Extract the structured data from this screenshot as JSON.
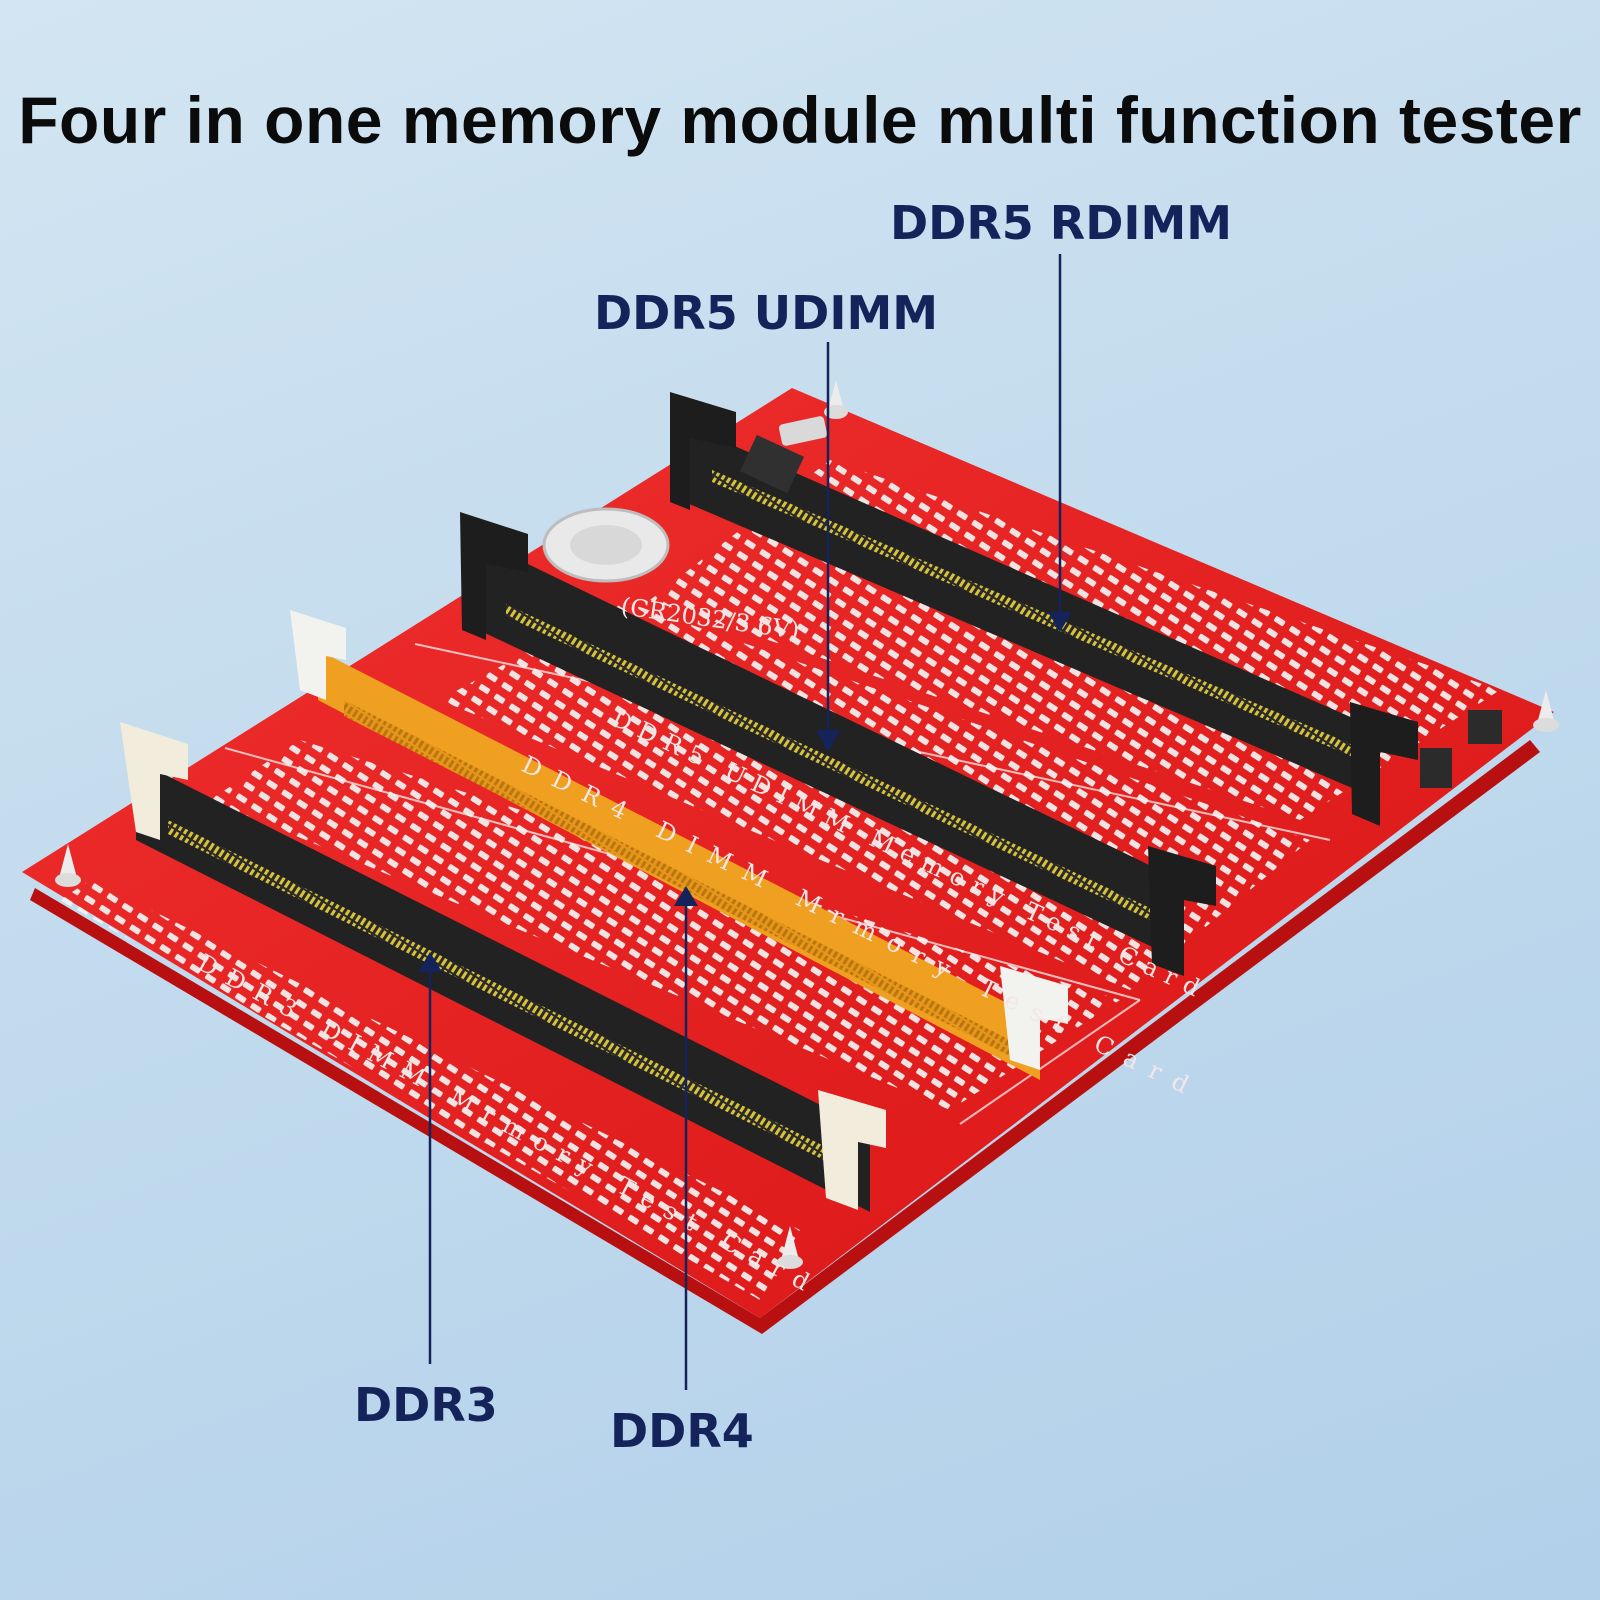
{
  "headline": "Four in one memory module multi function tester",
  "callouts": {
    "ddr5_rdimm": "DDR5 RDIMM",
    "ddr5_udimm": "DDR5 UDIMM",
    "ddr3": "DDR3",
    "ddr4": "DDR4"
  },
  "board": {
    "silk_udimm": "DDR5 UDIMM Memory Test Card",
    "silk_ddr4": "DDR4 DIMM Mrmory Test Card",
    "silk_ddr3": "DDR3 DIMM Mrmory Test Card",
    "battery": "(CR2032/3.6V)"
  },
  "colors": {
    "board": "#e41a1a",
    "slot_black": "#222222",
    "slot_orange": "#f0a020",
    "callout_text": "#14245a"
  }
}
